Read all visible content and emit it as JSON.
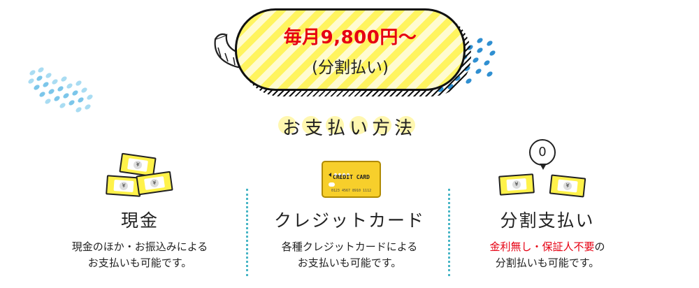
{
  "banner": {
    "price": "毎月9,800円～",
    "note": "(分割払い)"
  },
  "section": {
    "title_chars": [
      "お",
      "支",
      "払",
      "い",
      "方",
      "法"
    ]
  },
  "methods": [
    {
      "title": "現金",
      "desc_line1": "現金のほか・お振込みによる",
      "desc_line2": "お支払いも可能です。"
    },
    {
      "title": "クレジットカード",
      "card_label": "CREDIT CARD",
      "card_number": "0123 4567 8910 1112",
      "desc_line1": "各種クレジットカードによる",
      "desc_line2": "お支払いも可能です。"
    },
    {
      "title": "分割支払い",
      "bubble": "0",
      "desc_red": "金利無し・保証人不要",
      "desc_line1_tail": "の",
      "desc_line2": "分割払いも可能です。"
    }
  ],
  "colors": {
    "accent_red": "#e60012",
    "banner_yellow": "#fff45f",
    "divider_teal": "#49b6c6",
    "dots_blue": "#7cc6ea"
  },
  "icons": [
    "denture-icon",
    "money-bills-icon",
    "credit-card-icon",
    "speech-bubble-icon"
  ]
}
